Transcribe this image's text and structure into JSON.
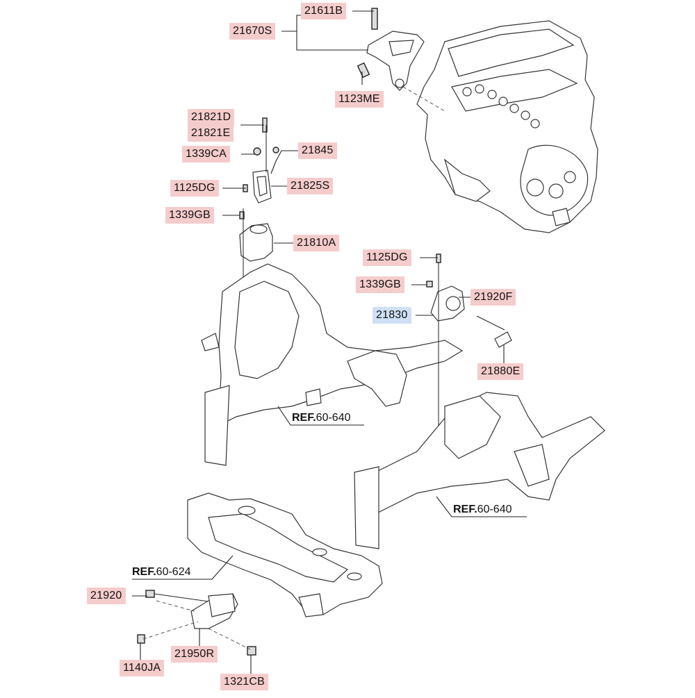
{
  "colors": {
    "part_highlight": "#f5cccc",
    "part_highlight_alt": "#cfe0f5",
    "line": "#222222"
  },
  "labels": [
    {
      "id": "21611B",
      "text": "21611B",
      "tone": "red"
    },
    {
      "id": "21670S",
      "text": "21670S",
      "tone": "red"
    },
    {
      "id": "1123ME",
      "text": "1123ME",
      "tone": "red"
    },
    {
      "id": "21821D",
      "text": "21821D",
      "tone": "red"
    },
    {
      "id": "21821E",
      "text": "21821E",
      "tone": "red"
    },
    {
      "id": "1339CA",
      "text": "1339CA",
      "tone": "red"
    },
    {
      "id": "21845",
      "text": "21845",
      "tone": "red"
    },
    {
      "id": "1125DG_a",
      "text": "1125DG",
      "tone": "red"
    },
    {
      "id": "21825S",
      "text": "21825S",
      "tone": "red"
    },
    {
      "id": "1339GB_a",
      "text": "1339GB",
      "tone": "red"
    },
    {
      "id": "21810A",
      "text": "21810A",
      "tone": "red"
    },
    {
      "id": "1125DG_b",
      "text": "1125DG",
      "tone": "red"
    },
    {
      "id": "1339GB_b",
      "text": "1339GB",
      "tone": "red"
    },
    {
      "id": "21920F",
      "text": "21920F",
      "tone": "red"
    },
    {
      "id": "21830",
      "text": "21830",
      "tone": "blue"
    },
    {
      "id": "21880E",
      "text": "21880E",
      "tone": "red"
    },
    {
      "id": "21920",
      "text": "21920",
      "tone": "red"
    },
    {
      "id": "1140JA",
      "text": "1140JA",
      "tone": "red"
    },
    {
      "id": "21950R",
      "text": "21950R",
      "tone": "red"
    },
    {
      "id": "1321CB",
      "text": "1321CB",
      "tone": "red"
    }
  ],
  "refs": [
    {
      "id": "ref1",
      "prefix": "REF.",
      "number": "60-640"
    },
    {
      "id": "ref2",
      "prefix": "REF.",
      "number": "60-640"
    },
    {
      "id": "ref3",
      "prefix": "REF.",
      "number": "60-624"
    }
  ]
}
